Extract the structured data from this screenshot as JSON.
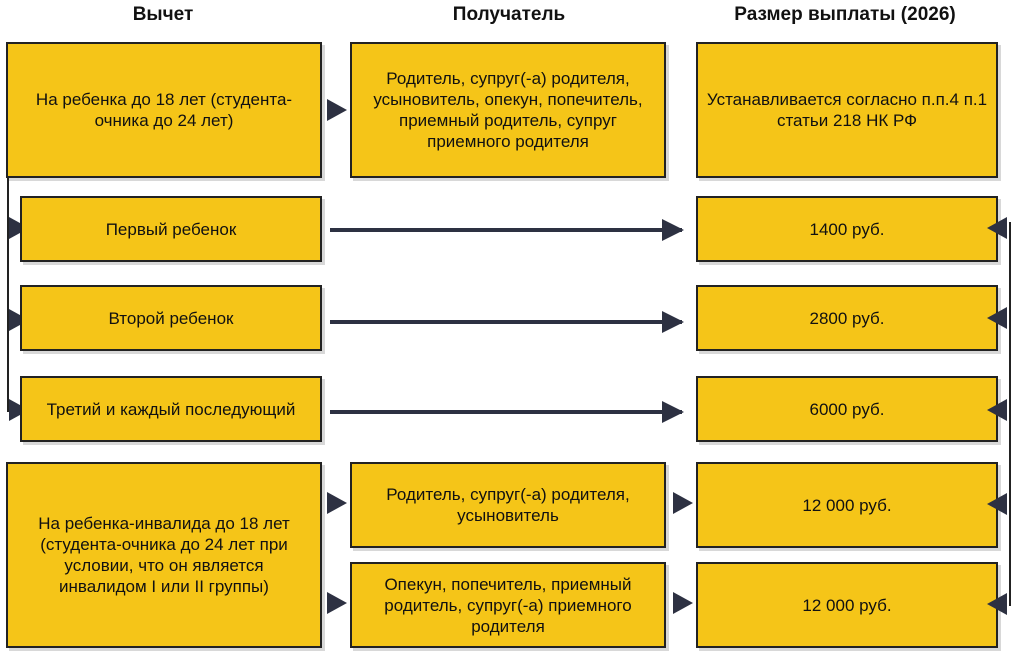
{
  "headers": {
    "deduction": "Вычет",
    "recipient": "Получатель",
    "amount": "Размер выплаты (2026)"
  },
  "section1": {
    "deduction": "На ребенка до 18 лет (студента-очника до 24 лет)",
    "recipient": "Родитель, супруг(-а) родителя, усыновитель, опекун, попечитель, приемный родитель, супруг приемного родителя",
    "amount": "Устанавливается согласно п.п.4 п.1 статьи 218 НК РФ"
  },
  "children": [
    {
      "label": "Первый ребенок",
      "amount": "1400 руб."
    },
    {
      "label": "Второй ребенок",
      "amount": "2800 руб."
    },
    {
      "label": "Третий и каждый последующий",
      "amount": "6000 руб."
    }
  ],
  "section2": {
    "deduction": "На ребенка-инвалида до 18 лет (студента-очника до 24 лет при условии, что он является инвалидом I или II группы)",
    "recipients": [
      {
        "label": "Родитель, супруг(-а) родителя, усыновитель",
        "amount": "12 000 руб."
      },
      {
        "label": "Опекун, попечитель, приемный родитель, супруг(-а) приемного родителя",
        "amount": "12 000 руб."
      }
    ]
  }
}
